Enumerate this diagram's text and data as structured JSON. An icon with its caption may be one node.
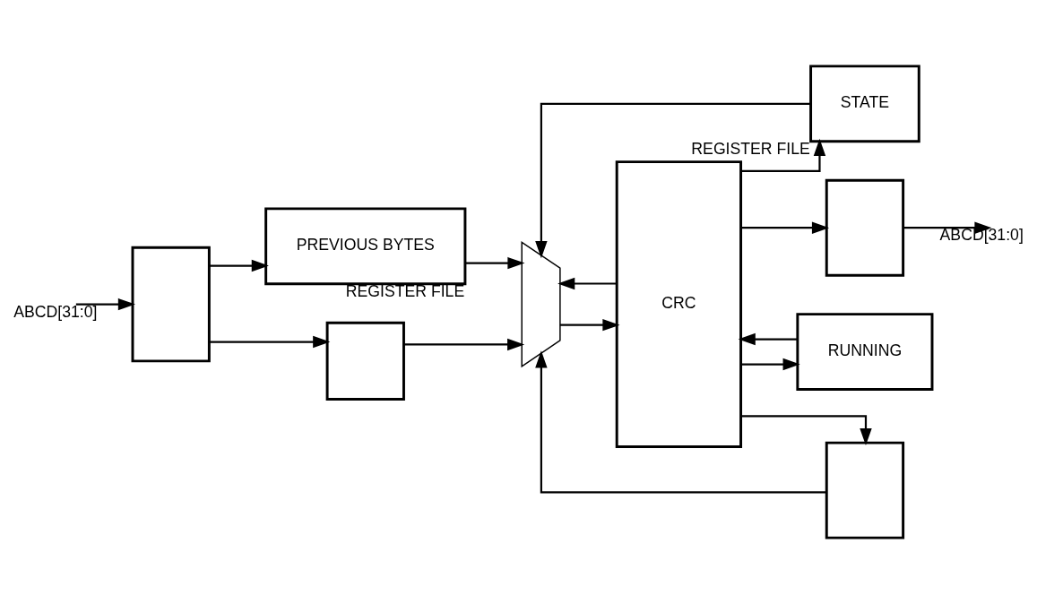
{
  "diagram": {
    "nodes": [
      {
        "text": [],
        "shape": "box"
      },
      {
        "text": [
          "PREVIOUS BYTES"
        ],
        "beside": [
          "REGISTER FILE"
        ]
      },
      {
        "text": [],
        "shape": "box"
      },
      {
        "text": [],
        "shape": "trapezoid"
      },
      {
        "text": [
          "STATE"
        ],
        "beside": [
          "REGISTER FILE"
        ]
      },
      {
        "text": [
          "CRC"
        ]
      },
      {
        "text": [],
        "shape": "box"
      },
      {
        "text": [],
        "shape": "box"
      },
      {
        "text": [
          "RUNNING"
        ]
      }
    ],
    "edges": [
      {
        "from": null,
        "to": 0,
        "arrow": "to",
        "label": "ABCD[31:0]"
      },
      {
        "from": 0,
        "to": 1,
        "arrow": "to"
      },
      {
        "from": 0,
        "to": 2,
        "arrow": "to"
      },
      {
        "from": 4,
        "to": 3,
        "arrow": "to"
      },
      {
        "from": 6,
        "to": 3,
        "arrow": "to"
      },
      {
        "from": 1,
        "to": 3,
        "arrow": "to"
      },
      {
        "from": 2,
        "to": 3,
        "arrow": "to"
      },
      {
        "from": 5,
        "to": 3,
        "arrow": "to"
      },
      {
        "from": 3,
        "to": 5,
        "arrow": "to"
      },
      {
        "from": 5,
        "to": 4,
        "arrow": "to"
      },
      {
        "from": 5,
        "to": 6,
        "arrow": "to"
      },
      {
        "from": 5,
        "to": 7,
        "arrow": "to"
      },
      {
        "from": 7,
        "to": null,
        "arrow": "to",
        "label": "ABCD[31:0]"
      },
      {
        "from": 5,
        "to": 8,
        "arrow": "to"
      },
      {
        "from": 8,
        "to": 5,
        "arrow": "to"
      }
    ]
  }
}
